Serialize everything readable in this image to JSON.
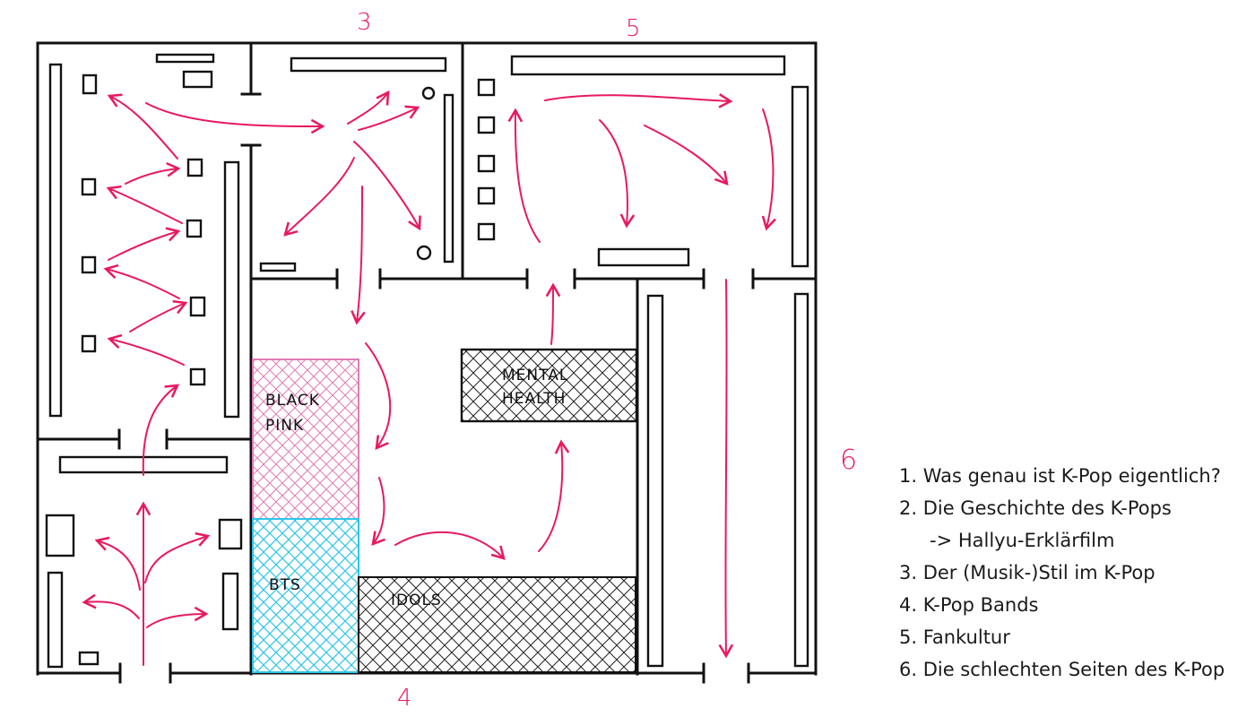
{
  "diagram": {
    "type": "floor-plan",
    "colors": {
      "arrow": "#e8195f",
      "wall": "#111111",
      "blackpink": "#e07bb5",
      "bts": "#2ec5e8",
      "hatch_dark": "#111111"
    },
    "room_numbers": {
      "room3": "3",
      "room5": "5",
      "room4": "4",
      "room6": "6"
    },
    "exhibits": {
      "blackpink": [
        "BLACK",
        "PINK"
      ],
      "bts": "BTS",
      "idols": "IDOLS",
      "mental_health": [
        "MENTAL",
        "HEALTH"
      ]
    }
  },
  "legend": {
    "items": [
      {
        "text": "1. Was genau ist K-Pop eigentlich?"
      },
      {
        "text": "2. Die Geschichte des K-Pops"
      },
      {
        "text": "-> Hallyu-Erklärfilm",
        "sub": true
      },
      {
        "text": "3. Der (Musik-)Stil im K-Pop"
      },
      {
        "text": "4. K-Pop Bands"
      },
      {
        "text": "5. Fankultur"
      },
      {
        "text": "6. Die schlechten Seiten des K-Pop"
      }
    ]
  }
}
